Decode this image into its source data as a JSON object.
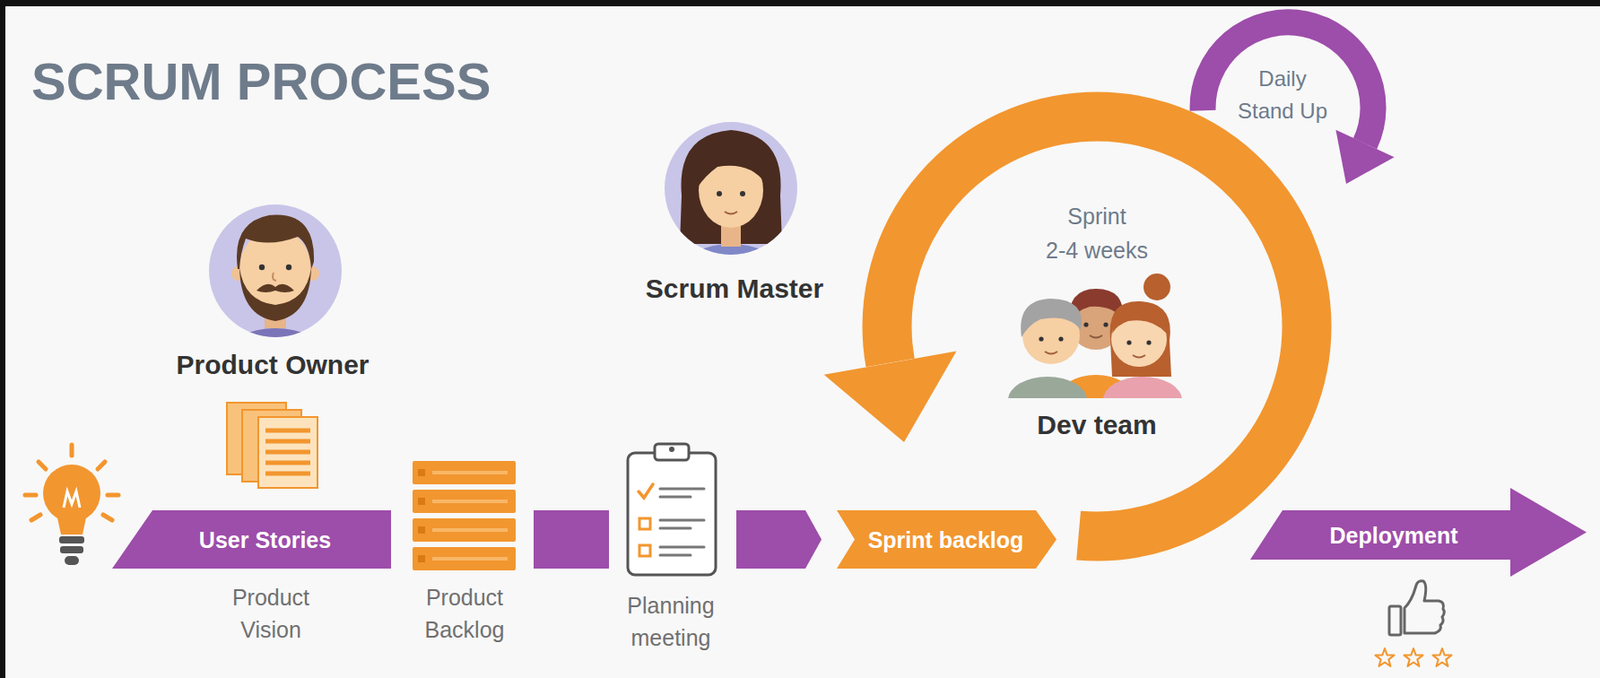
{
  "diagram": {
    "title": "SCRUM PROCESS",
    "nodes": [
      {
        "text": [
          "User Stories"
        ]
      },
      {
        "text": [
          "Sprint backlog"
        ]
      },
      {
        "text": [
          "Deployment"
        ]
      }
    ],
    "labels": [
      "Product Owner",
      "Scrum Master",
      "Daily Stand Up",
      "Sprint",
      "2-4 weeks",
      "Dev team",
      "Product Vision",
      "Product Backlog",
      "Planning meeting"
    ]
  }
}
